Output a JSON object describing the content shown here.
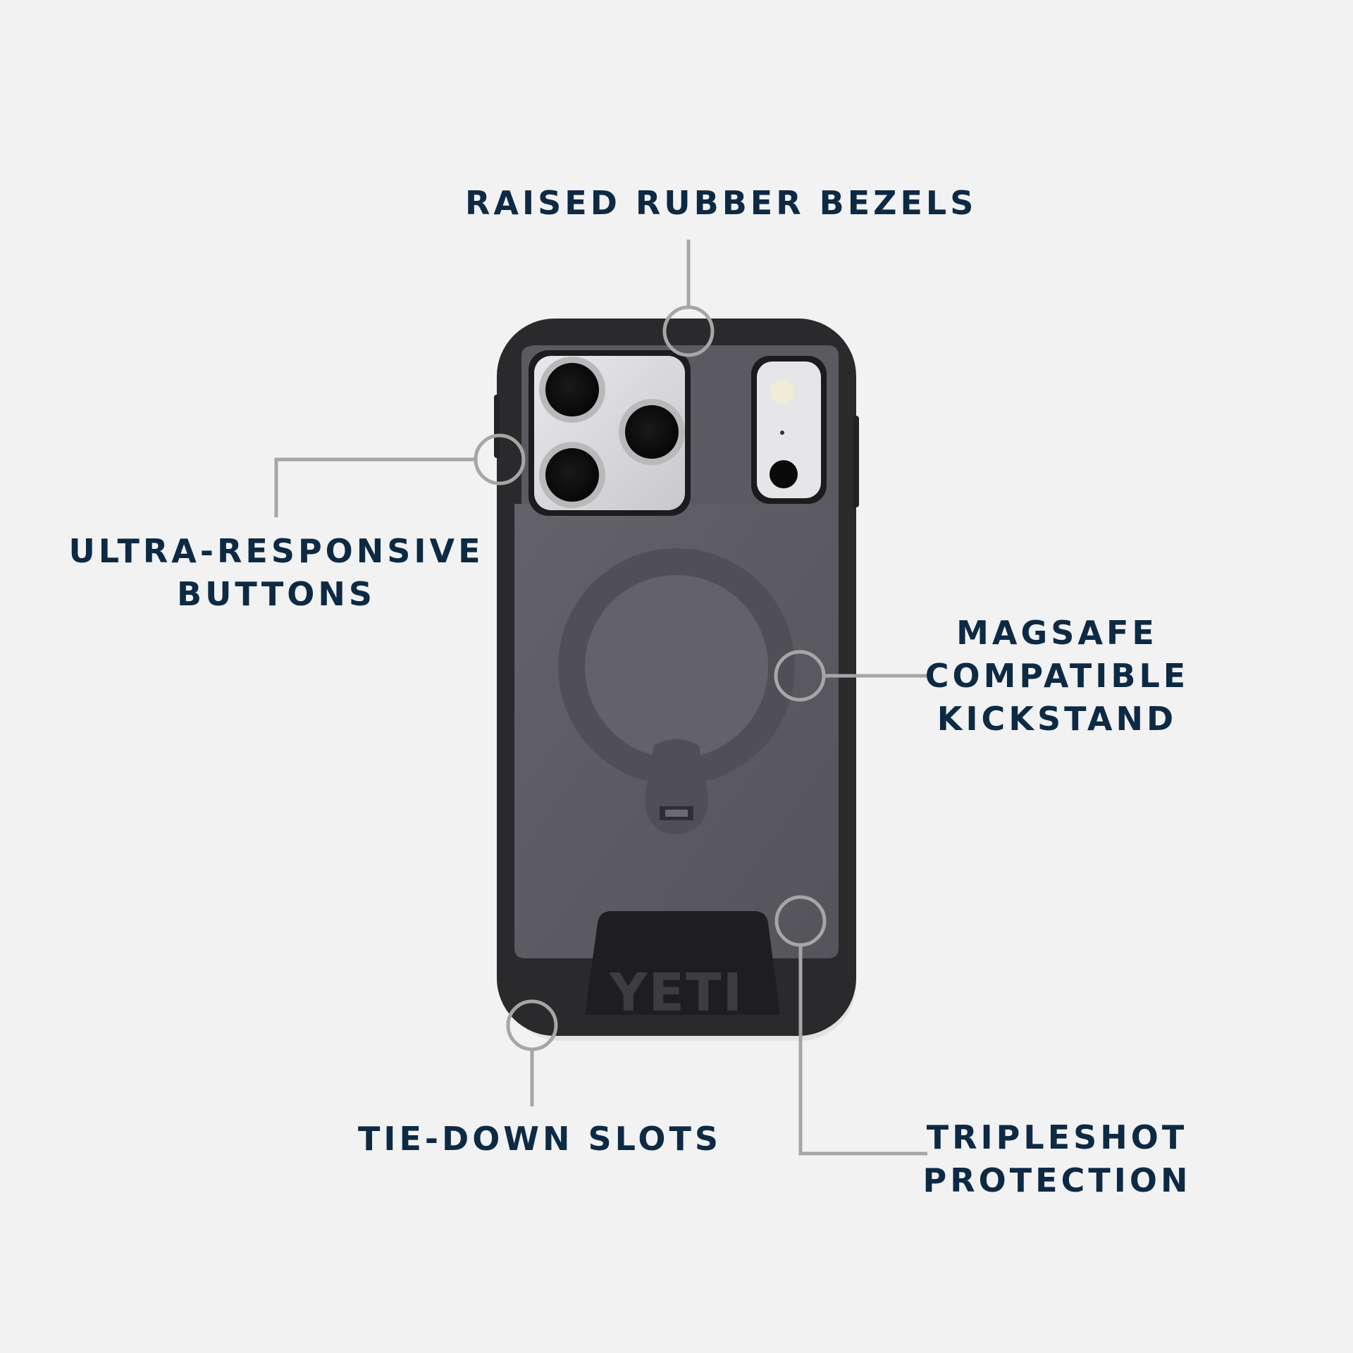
{
  "callouts": {
    "bezels": {
      "lines": [
        "RAISED RUBBER BEZELS"
      ]
    },
    "buttons": {
      "lines": [
        "ULTRA-RESPONSIVE",
        "BUTTONS"
      ]
    },
    "kickstand": {
      "lines": [
        "MAGSAFE",
        "COMPATIBLE",
        "KICKSTAND"
      ]
    },
    "slots": {
      "lines": [
        "TIE-DOWN SLOTS"
      ]
    },
    "protection": {
      "lines": [
        "TRIPLESHOT",
        "PROTECTION"
      ]
    }
  },
  "product": {
    "logo_text": "YETI"
  },
  "colors": {
    "background": "#f2f2f2",
    "label_text": "#0d2a45",
    "callout_line": "#a6a6a6",
    "case_bumper": "#2a2a2c",
    "case_back": "#5d5d62",
    "camera_plate": "#d9d9db",
    "logo_panel": "#1e1e20",
    "logo_text": "#3d3d40"
  }
}
